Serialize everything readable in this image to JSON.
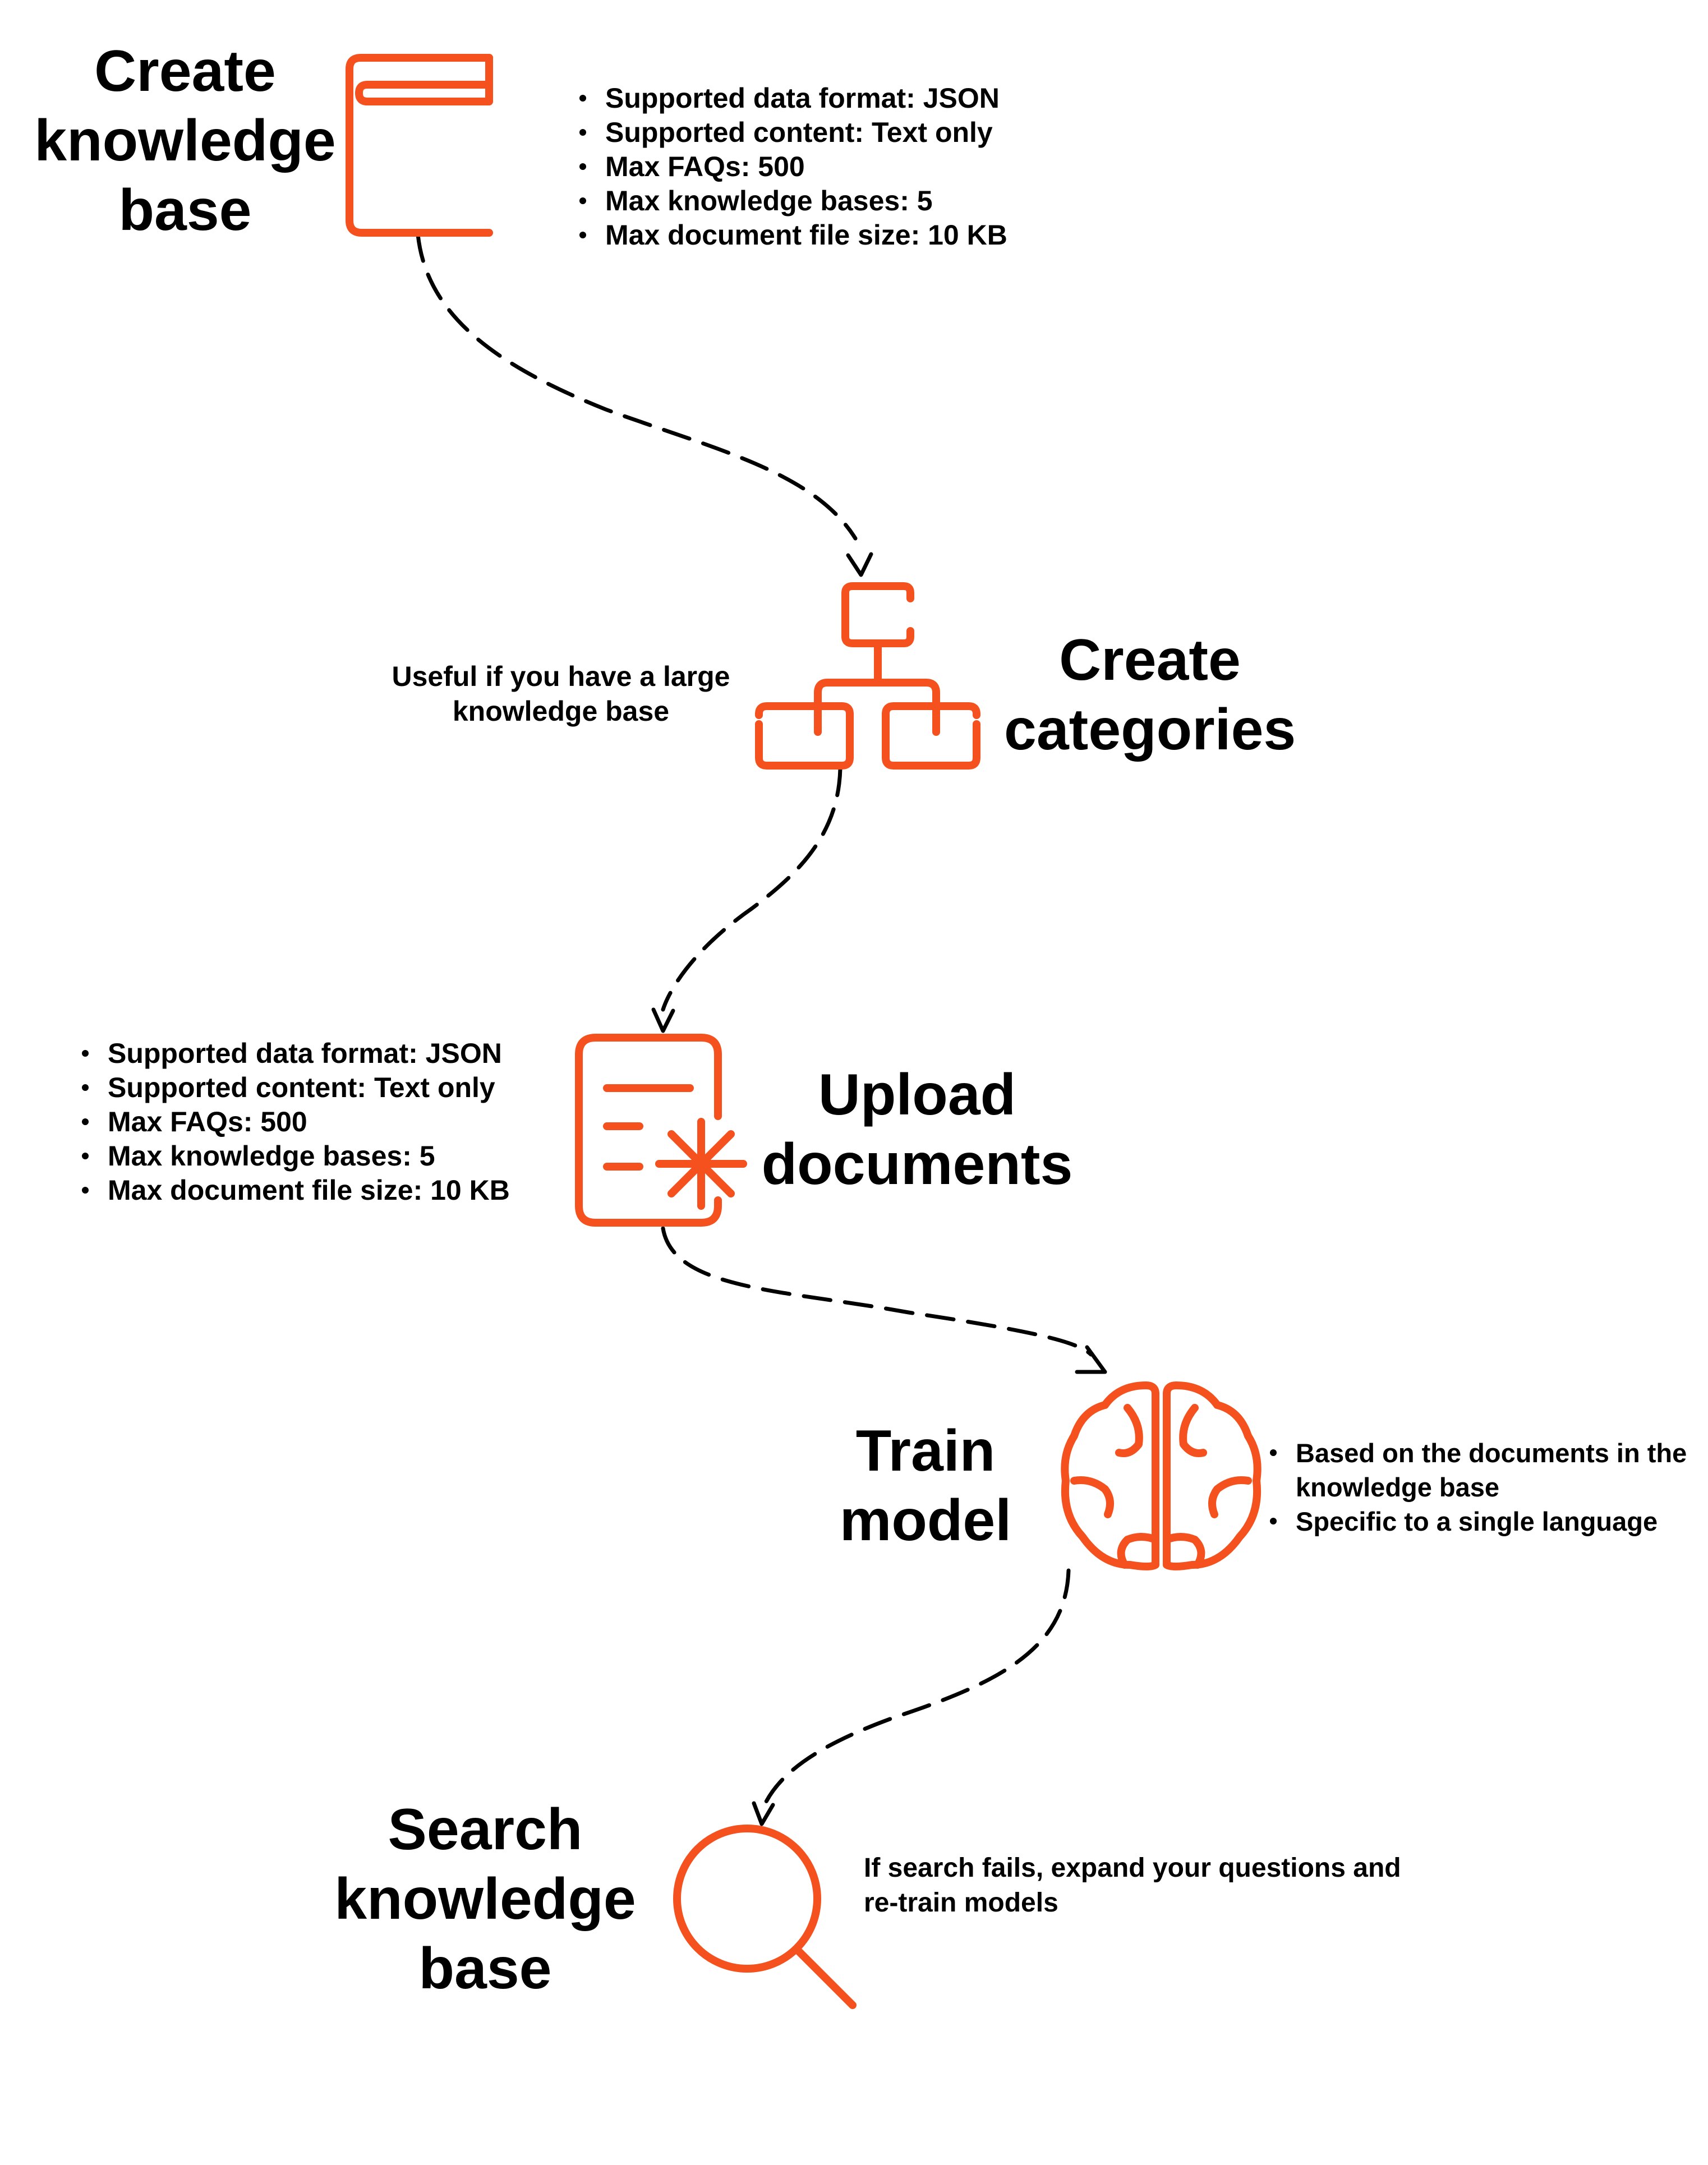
{
  "colors": {
    "accent": "#f4511e",
    "connector": "#000000",
    "text": "#000000",
    "background": "#ffffff"
  },
  "steps": [
    {
      "id": "create-knowledge-base",
      "icon": "book-icon",
      "title_lines": [
        "Create",
        "knowledge",
        "base"
      ],
      "notes": [
        "Supported data format: JSON",
        "Supported content: Text only",
        "Max FAQs: 500",
        "Max knowledge bases: 5",
        "Max document file size: 10 KB"
      ]
    },
    {
      "id": "create-categories",
      "icon": "hierarchy-icon",
      "title_lines": [
        "Create",
        "categories"
      ],
      "note_lines": [
        "Useful if you have a large",
        "knowledge base"
      ]
    },
    {
      "id": "upload-documents",
      "icon": "document-upload-icon",
      "title_lines": [
        "Upload",
        "documents"
      ],
      "notes": [
        "Supported data format: JSON",
        "Supported content: Text only",
        "Max  FAQs: 500",
        "Max knowledge bases: 5",
        "Max document file size: 10 KB"
      ]
    },
    {
      "id": "train-model",
      "icon": "brain-icon",
      "title_lines": [
        "Train",
        "model"
      ],
      "notes": [
        "Based on the documents in the knowledge base",
        "Specific to a single language"
      ]
    },
    {
      "id": "search-knowledge-base",
      "icon": "search-icon",
      "title_lines": [
        "Search",
        "knowledge",
        "base"
      ],
      "note_lines": [
        "If search fails, expand your questions and",
        "re-train models"
      ]
    }
  ]
}
